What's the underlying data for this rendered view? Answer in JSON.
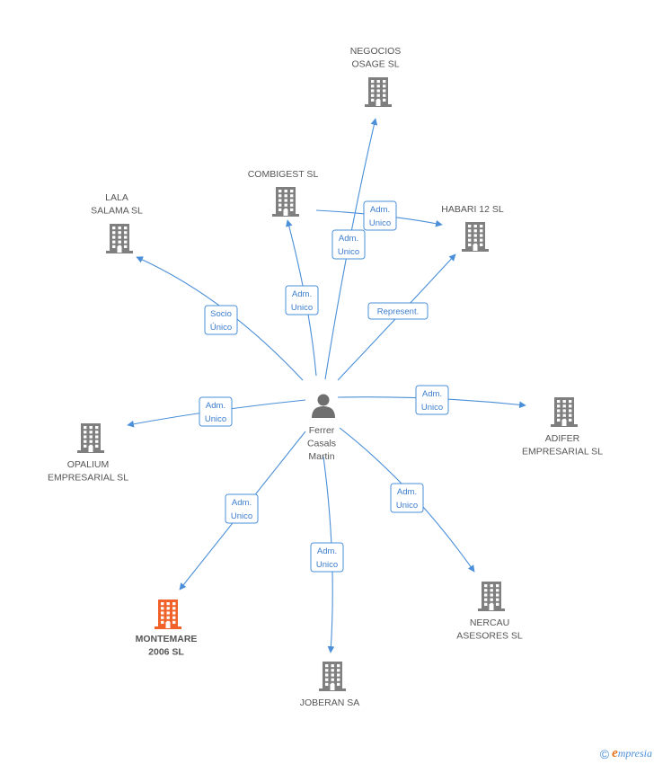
{
  "colors": {
    "edge": "#4a8fd8",
    "building": "#7f7f7f",
    "building_highlight": "#f0622a",
    "person": "#6f6f6f"
  },
  "center": {
    "label_lines": [
      "Ferrer",
      "Casals",
      "Martin"
    ],
    "icon": "person-icon"
  },
  "nodes": [
    {
      "id": "negocios-osage",
      "label_lines": [
        "NEGOCIOS",
        "OSAGE SL"
      ],
      "icon": "building-icon"
    },
    {
      "id": "combigest",
      "label_lines": [
        "COMBIGEST SL"
      ],
      "icon": "building-icon"
    },
    {
      "id": "habari-12",
      "label_lines": [
        "HABARI 12 SL"
      ],
      "icon": "building-icon"
    },
    {
      "id": "lala-salama",
      "label_lines": [
        "LALA",
        "SALAMA SL"
      ],
      "icon": "building-icon"
    },
    {
      "id": "opalium",
      "label_lines": [
        "OPALIUM",
        "EMPRESARIAL SL"
      ],
      "icon": "building-icon"
    },
    {
      "id": "adifer",
      "label_lines": [
        "ADIFER",
        "EMPRESARIAL SL"
      ],
      "icon": "building-icon"
    },
    {
      "id": "montemare",
      "label_lines": [
        "MONTEMARE",
        "2006 SL"
      ],
      "icon": "building-icon",
      "highlight": true
    },
    {
      "id": "nercau",
      "label_lines": [
        "NERCAU",
        "ASESORES SL"
      ],
      "icon": "building-icon"
    },
    {
      "id": "joberan",
      "label_lines": [
        "JOBERAN SA"
      ],
      "icon": "building-icon"
    }
  ],
  "edges": [
    {
      "from": "center",
      "to": "negocios-osage",
      "label_lines": [
        "Adm.",
        "Unico"
      ]
    },
    {
      "from": "center",
      "to": "combigest",
      "label_lines": [
        "Adm.",
        "Unico"
      ]
    },
    {
      "from": "combigest",
      "to": "habari-12",
      "label_lines": [
        "Adm.",
        "Unico"
      ]
    },
    {
      "from": "center",
      "to": "habari-12",
      "label_lines": [
        "Represent."
      ]
    },
    {
      "from": "center",
      "to": "lala-salama",
      "label_lines": [
        "Socio",
        "Único"
      ]
    },
    {
      "from": "center",
      "to": "opalium",
      "label_lines": [
        "Adm.",
        "Unico"
      ]
    },
    {
      "from": "center",
      "to": "adifer",
      "label_lines": [
        "Adm.",
        "Unico"
      ]
    },
    {
      "from": "center",
      "to": "montemare",
      "label_lines": [
        "Adm.",
        "Unico"
      ]
    },
    {
      "from": "center",
      "to": "nercau",
      "label_lines": [
        "Adm.",
        "Unico"
      ]
    },
    {
      "from": "center",
      "to": "joberan",
      "label_lines": [
        "Adm.",
        "Unico"
      ]
    }
  ],
  "footer": {
    "copyright_symbol": "©",
    "brand_initial": "e",
    "brand_rest": "mpresia"
  }
}
